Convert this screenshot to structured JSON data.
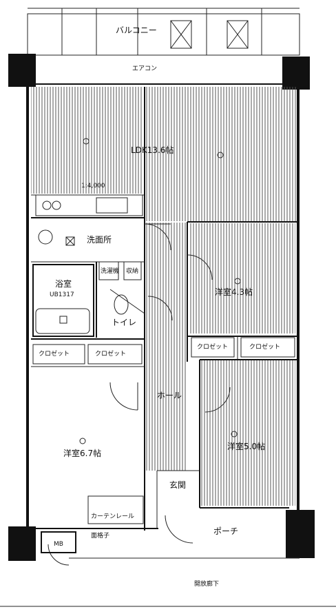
{
  "labels": {
    "balcony": "バルコニー",
    "ac_unit": "エアコン",
    "ldk": "LDK13.6帖",
    "washroom": "洗面所",
    "bath": "浴室",
    "bath_model": "UB1317",
    "washer": "洗濯機",
    "storage": "収納",
    "toilet": "トイレ",
    "western_room_1": "洋室6.7帖",
    "western_room_2": "洋室4.3帖",
    "western_room_3": "洋室5.0帖",
    "hall": "ホール",
    "entrance": "玄関",
    "porch": "ポーチ",
    "corridor": "開放廊下",
    "closet_1": "クロゼット",
    "closet_2": "クロゼット",
    "closet_3": "クロゼット",
    "closet_4": "クロゼット",
    "mb": "MB",
    "kitchen_note": "1:4,000",
    "window_note_1": "カーテンレール",
    "window_note_2": "面格子"
  }
}
